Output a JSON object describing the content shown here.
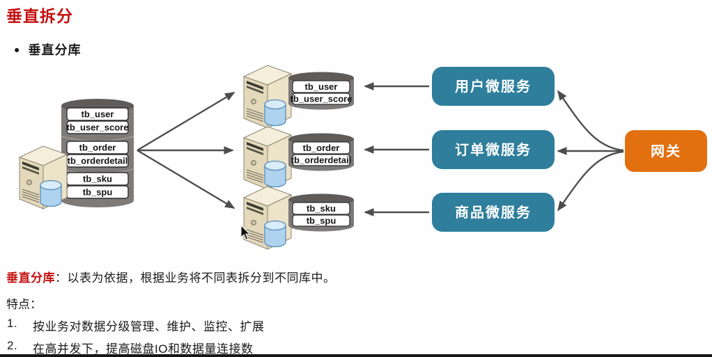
{
  "slide": {
    "title": "垂直拆分",
    "bullet_glyph": "●",
    "bullet_label": "垂直分库"
  },
  "diagram": {
    "source": {
      "tables": [
        "tb_user",
        "tb_user_score",
        "tb_order",
        "tb_orderdetail",
        "tb_sku",
        "tb_spu"
      ]
    },
    "shards": [
      {
        "tables": [
          "tb_user",
          "tb_user_score"
        ],
        "service": "用户微服务"
      },
      {
        "tables": [
          "tb_order",
          "tb_orderdetail"
        ],
        "service": "订单微服务"
      },
      {
        "tables": [
          "tb_sku",
          "tb_spu"
        ],
        "service": "商品微服务"
      }
    ],
    "gateway_label": "网关",
    "colors": {
      "service_box": "#2e7e9c",
      "gateway_box": "#e2700f",
      "arrow": "#4d4d4d",
      "db_cylinder": "#7e7a78",
      "title_red": "#c40f0f"
    }
  },
  "notes": {
    "definition_term": "垂直分库",
    "definition_rest": "：以表为依据，根据业务将不同表拆分到不同库中。",
    "features_heading": "特点：",
    "features": [
      {
        "num": "1.",
        "text": "按业务对数据分级管理、维护、监控、扩展"
      },
      {
        "num": "2.",
        "text": "在高并发下，提高磁盘IO和数据量连接数"
      }
    ]
  }
}
